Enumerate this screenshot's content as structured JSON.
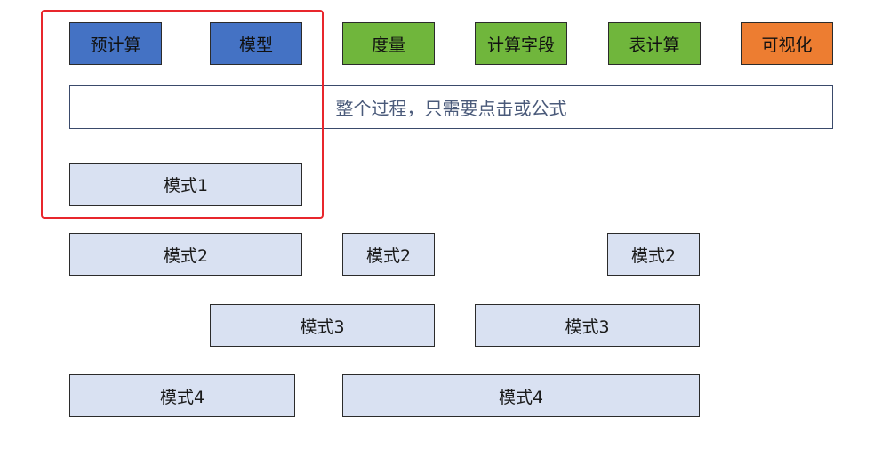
{
  "stages": [
    {
      "label": "预计算",
      "color": "#4472c4"
    },
    {
      "label": "模型",
      "color": "#4472c4"
    },
    {
      "label": "度量",
      "color": "#70b63c"
    },
    {
      "label": "计算字段",
      "color": "#70b63c"
    },
    {
      "label": "表计算",
      "color": "#70b63c"
    },
    {
      "label": "可视化",
      "color": "#ed7d31"
    }
  ],
  "banner": "整个过程，只需要点击或公式",
  "modes": {
    "row1": [
      "模式1"
    ],
    "row2": [
      "模式2",
      "模式2",
      "模式2"
    ],
    "row3": [
      "模式3",
      "模式3"
    ],
    "row4": [
      "模式4",
      "模式4"
    ]
  },
  "colors": {
    "mode_fill": "#d9e1f2",
    "highlight_border": "#e8262c"
  }
}
